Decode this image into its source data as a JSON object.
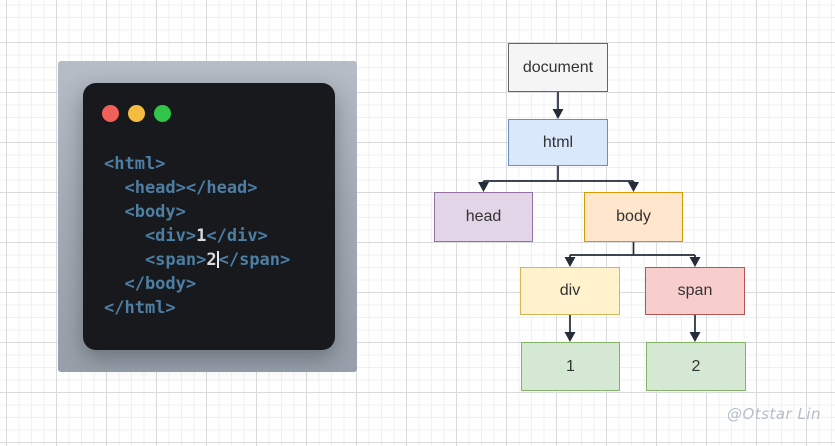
{
  "editor": {
    "window_controls": [
      {
        "name": "close",
        "color": "#f0605a"
      },
      {
        "name": "minimize",
        "color": "#f4bc40"
      },
      {
        "name": "zoom",
        "color": "#31c54a"
      }
    ],
    "colors": {
      "panel_backdrop": "#a4acb6",
      "window_background": "#17191d",
      "tag_color": "#4d7ea3",
      "text_color": "#d7dbdf"
    },
    "code_lines": [
      {
        "segments": [
          {
            "type": "tag",
            "text": "<html>"
          }
        ]
      },
      {
        "segments": [
          {
            "type": "tag",
            "text": "  <head></head>"
          }
        ]
      },
      {
        "segments": [
          {
            "type": "tag",
            "text": "  <body>"
          }
        ]
      },
      {
        "segments": [
          {
            "type": "tag",
            "text": "    <div>"
          },
          {
            "type": "plain",
            "text": "1"
          },
          {
            "type": "tag",
            "text": "</div>"
          }
        ]
      },
      {
        "segments": [
          {
            "type": "tag",
            "text": "    <span>"
          },
          {
            "type": "plain",
            "text": "2"
          },
          {
            "type": "caret",
            "text": ""
          },
          {
            "type": "tag",
            "text": "</span>"
          }
        ]
      },
      {
        "segments": [
          {
            "type": "tag",
            "text": "  </body>"
          }
        ]
      },
      {
        "segments": [
          {
            "type": "tag",
            "text": "</html>"
          }
        ]
      }
    ]
  },
  "tree": {
    "nodes": [
      {
        "id": "document",
        "label": "document",
        "fill": "#f5f5f5",
        "border": "#666666"
      },
      {
        "id": "html",
        "label": "html",
        "fill": "#dae8fc",
        "border": "#6c8ebf"
      },
      {
        "id": "head",
        "label": "head",
        "fill": "#e1d5e7",
        "border": "#9673a6"
      },
      {
        "id": "body",
        "label": "body",
        "fill": "#ffe6cc",
        "border": "#d79b00"
      },
      {
        "id": "div",
        "label": "div",
        "fill": "#fff2cc",
        "border": "#d6b656"
      },
      {
        "id": "span",
        "label": "span",
        "fill": "#f8cecc",
        "border": "#b85450"
      },
      {
        "id": "text-1",
        "label": "1",
        "fill": "#d5e8d4",
        "border": "#82b366"
      },
      {
        "id": "text-2",
        "label": "2",
        "fill": "#d5e8d4",
        "border": "#82b366"
      }
    ],
    "edges": [
      {
        "from": "document",
        "to": "html"
      },
      {
        "from": "html",
        "to": "head"
      },
      {
        "from": "html",
        "to": "body"
      },
      {
        "from": "body",
        "to": "div"
      },
      {
        "from": "body",
        "to": "span"
      },
      {
        "from": "div",
        "to": "text-1"
      },
      {
        "from": "span",
        "to": "text-2"
      }
    ],
    "edge_color": "#262c38"
  },
  "watermark": "@Otstar Lin"
}
